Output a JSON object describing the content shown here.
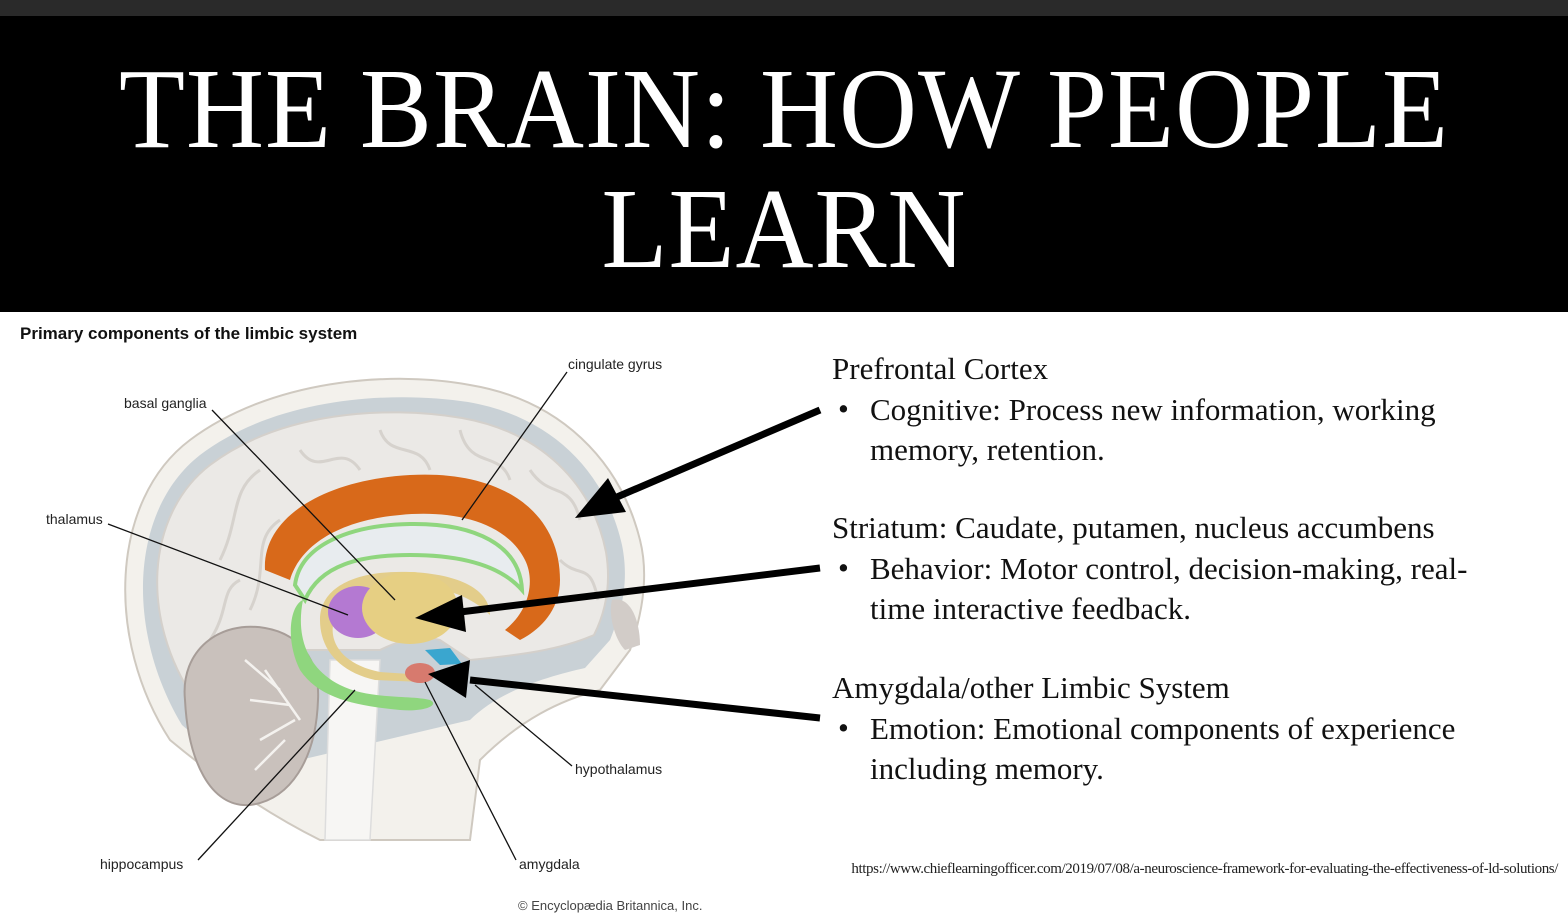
{
  "slide": {
    "title_line1": "THE BRAIN: HOW PEOPLE",
    "title_line2": "LEARN"
  },
  "figure": {
    "title": "Primary components of the limbic system",
    "labels": {
      "cingulate_gyrus": "cingulate gyrus",
      "basal_ganglia": "basal ganglia",
      "thalamus": "thalamus",
      "hypothalamus": "hypothalamus",
      "hippocampus": "hippocampus",
      "amygdala": "amygdala"
    },
    "credit": "© Encyclopædia Britannica, Inc.",
    "colors": {
      "cingulate": "#d8691a",
      "fornix_green": "#8fd67e",
      "basal_ganglia": "#e6cf83",
      "thalamus": "#b479d2",
      "amygdala": "#d77a6e",
      "hypothalamus": "#3aa6cf",
      "cortex": "#eeecea",
      "skull": "#f3f1ec"
    }
  },
  "notes": [
    {
      "heading": "Prefrontal Cortex",
      "bullet": "•",
      "text": "Cognitive: Process new information, working memory, retention."
    },
    {
      "heading": "Striatum: Caudate, putamen, nucleus accumbens",
      "bullet": "•",
      "text": "Behavior: Motor control, decision-making, real-time interactive feedback."
    },
    {
      "heading": "Amygdala/other Limbic System",
      "bullet": "•",
      "text": "Emotion: Emotional components of experience including memory."
    }
  ],
  "source_url": "https://www.chieflearningofficer.com/2019/07/08/a-neuroscience-framework-for-evaluating-the-effectiveness-of-ld-solutions/"
}
